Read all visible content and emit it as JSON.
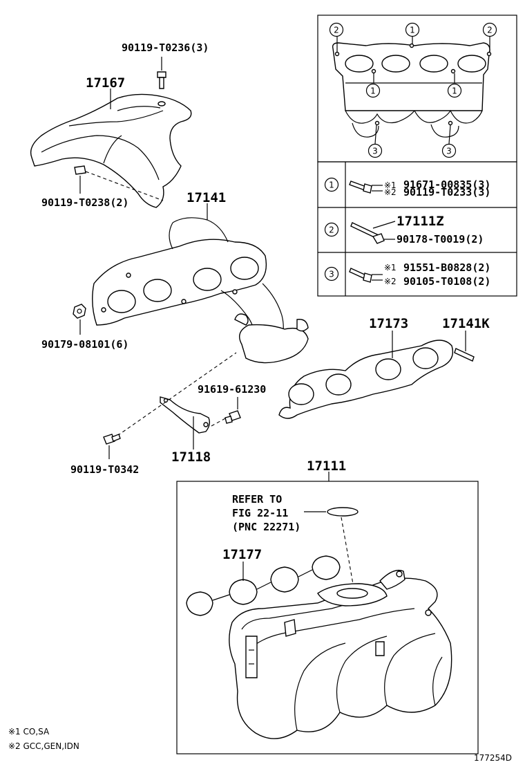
{
  "parts": {
    "heat_insulator": "17167",
    "heat_insulator_bolt": "90119-T0236(3)",
    "heat_insulator_bolt_lower": "90119-T0238(2)",
    "exhaust_manifold": "17141",
    "manifold_nut": "90179-08101(6)",
    "manifold_stay": "17118",
    "stay_bolt": "91619-61230",
    "stay_bolt_lower": "90119-T0342",
    "exhaust_gasket": "17173",
    "stud_bolt": "17141K",
    "intake_manifold": "17111",
    "intake_gasket": "17177"
  },
  "refer_note": {
    "line1": "REFER TO",
    "line2": "FIG 22-11",
    "line3": "(PNC 22271)"
  },
  "callout_table": {
    "rows": [
      {
        "marker": "1",
        "lines": [
          {
            "note": "※1",
            "part": "91671-00835(3)"
          },
          {
            "note": "※2",
            "part": "90119-T0233(3)"
          }
        ]
      },
      {
        "marker": "2",
        "lines": [
          {
            "note": "",
            "part": "17111Z"
          },
          {
            "note": "",
            "part": "90178-T0019(2)"
          }
        ]
      },
      {
        "marker": "3",
        "lines": [
          {
            "note": "※1",
            "part": "91551-B0828(2)"
          },
          {
            "note": "※2",
            "part": "90105-T0108(2)"
          }
        ]
      }
    ]
  },
  "detail_markers": [
    "2",
    "1",
    "2",
    "1",
    "1",
    "3",
    "3"
  ],
  "footnotes": {
    "note1": "※1 CO,SA",
    "note2": "※2 GCC,GEN,IDN"
  },
  "figure_id": "177254D"
}
